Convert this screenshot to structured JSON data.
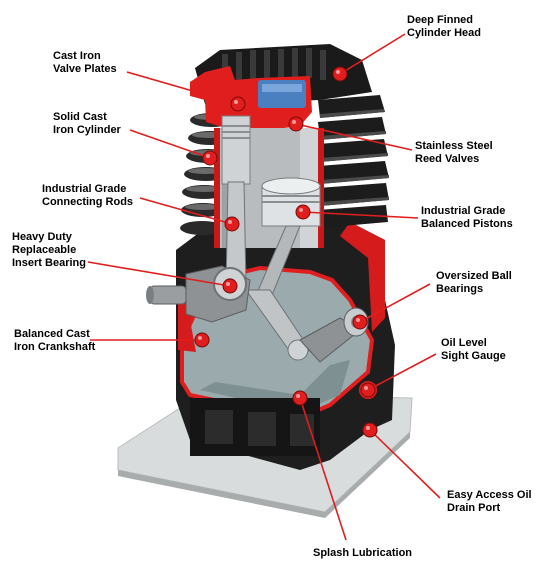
{
  "labels": {
    "cylinder_head": [
      "Deep Finned",
      "Cylinder Head"
    ],
    "valve_plates": [
      "Cast Iron",
      "Valve Plates"
    ],
    "cylinder": [
      "Solid Cast",
      "Iron Cylinder"
    ],
    "reed_valves": [
      "Stainless Steel",
      "Reed Valves"
    ],
    "connecting_rods": [
      "Industrial Grade",
      "Connecting Rods"
    ],
    "pistons": [
      "Industrial Grade",
      "Balanced Pistons"
    ],
    "insert_bearing": [
      "Heavy Duty",
      "Replaceable",
      "Insert Bearing"
    ],
    "ball_bearings": [
      "Oversized Ball",
      "Bearings"
    ],
    "crankshaft": [
      "Balanced Cast",
      "Iron Crankshaft"
    ],
    "sight_gauge": [
      "Oil Level",
      "Sight Gauge"
    ],
    "drain_port": [
      "Easy Access Oil",
      "Drain Port"
    ],
    "splash": [
      "Splash Lubrication"
    ]
  },
  "colors": {
    "accent_red": "#e01e1e",
    "engine_dark": "#1e1e1e",
    "crankcase_interior": "#a8b6b8",
    "intake_blue": "#4a7fc0",
    "base_plate": "#d8dcdc"
  }
}
